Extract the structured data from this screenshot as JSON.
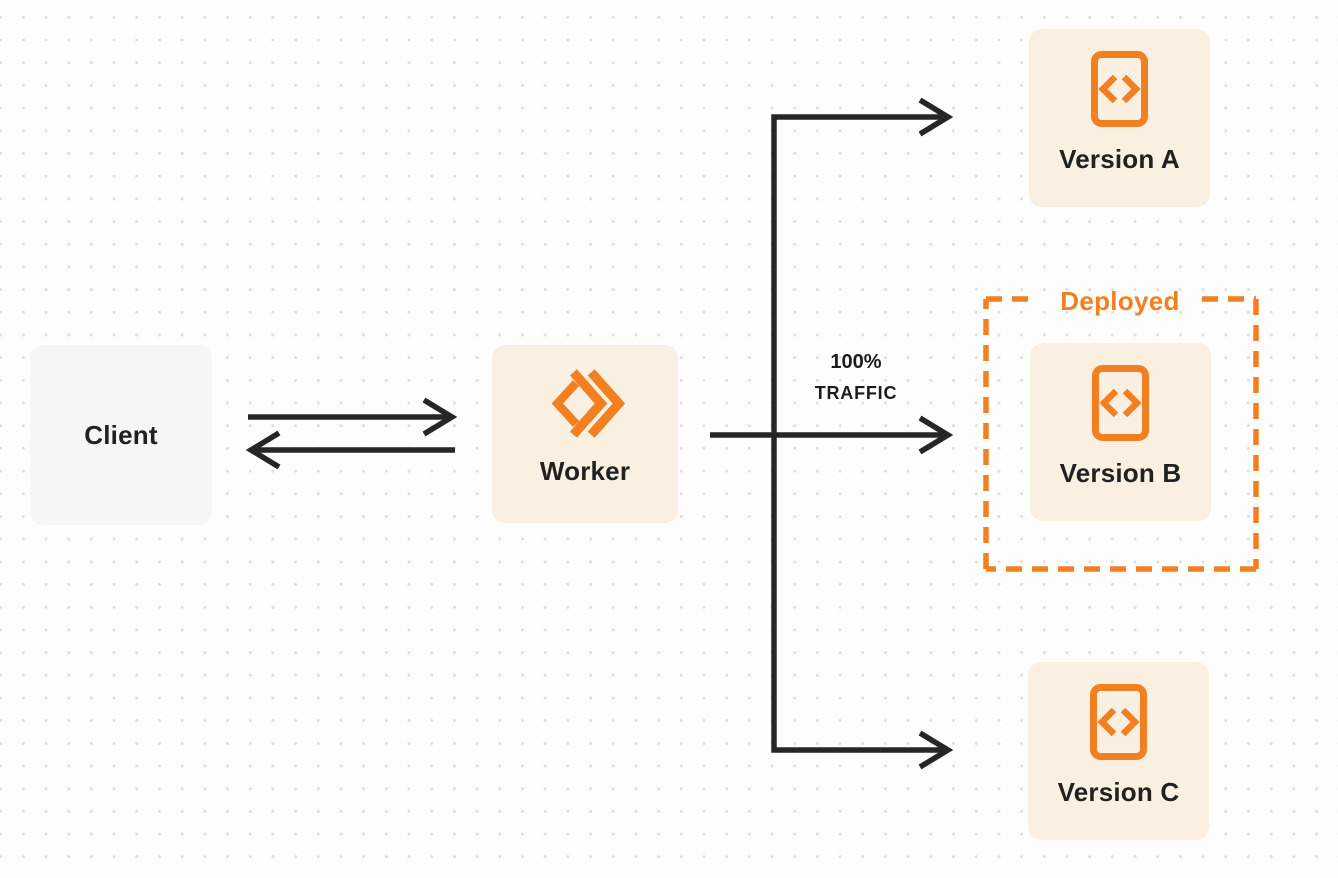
{
  "diagram": {
    "nodes": {
      "client": {
        "label": "Client"
      },
      "worker": {
        "label": "Worker"
      },
      "version_a": {
        "label": "Version A"
      },
      "version_b": {
        "label": "Version B"
      },
      "version_c": {
        "label": "Version C"
      }
    },
    "annotations": {
      "deployed_label": "Deployed",
      "traffic_percent": "100%",
      "traffic_word": "TRAFFIC"
    },
    "icons": {
      "worker": "cloudflare-workers-icon",
      "version": "code-file-icon"
    },
    "colors": {
      "orange": "#F28021",
      "node_cream_bg": "#FAF0E2",
      "client_gray_bg": "#F6F6F7",
      "line": "#262626",
      "text": "#212121",
      "dot_grid": "#E0E0E0"
    }
  }
}
